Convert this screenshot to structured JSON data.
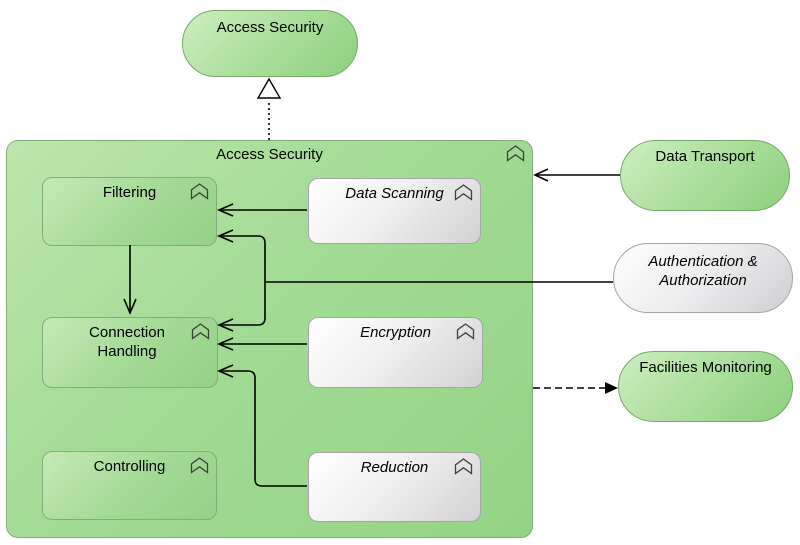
{
  "diagram": {
    "kind": "archimate-function-diagram",
    "elements": {
      "parent_function": {
        "label": "Access Security"
      },
      "container": {
        "label": "Access Security"
      },
      "filtering": {
        "label": "Filtering"
      },
      "data_scanning": {
        "label": "Data Scanning"
      },
      "connection_handling": {
        "label": "Connection Handling"
      },
      "encryption": {
        "label": "Encryption"
      },
      "controlling": {
        "label": "Controlling"
      },
      "reduction": {
        "label": "Reduction"
      },
      "data_transport": {
        "label": "Data Transport"
      },
      "authentication_authorization": {
        "label": "Authentication & Authorization"
      },
      "facilities_monitoring": {
        "label": "Facilities Monitoring"
      }
    },
    "relationships": [
      {
        "from": "Access Security (container)",
        "to": "Access Security",
        "type": "realization-dotted-hollow-triangle"
      },
      {
        "from": "Data Scanning",
        "to": "Filtering",
        "type": "serving-open-arrow"
      },
      {
        "from": "Authentication & Authorization",
        "to": "Filtering",
        "type": "serving-open-arrow"
      },
      {
        "from": "Authentication & Authorization",
        "to": "Connection Handling",
        "type": "serving-open-arrow"
      },
      {
        "from": "Encryption",
        "to": "Connection Handling",
        "type": "serving-open-arrow"
      },
      {
        "from": "Reduction",
        "to": "Connection Handling",
        "type": "serving-open-arrow"
      },
      {
        "from": "Filtering",
        "to": "Connection Handling",
        "type": "serving-open-arrow"
      },
      {
        "from": "Data Transport",
        "to": "Access Security (container)",
        "type": "serving-open-arrow"
      },
      {
        "from": "Access Security (container)",
        "to": "Facilities Monitoring",
        "type": "flow-dashed-filled-arrow"
      }
    ],
    "colors": {
      "green_fill": "#a3db95",
      "green_fill_light": "#c5e9b6",
      "green_border": "#84ac79",
      "white_fill": "#ffffff",
      "gray_fill": "#d2d2d4",
      "gray_border": "#a6a6aa",
      "line": "#000000",
      "icon_stroke": "#404040"
    },
    "icons": {
      "function_icon": "upward-chevron-outline"
    }
  }
}
